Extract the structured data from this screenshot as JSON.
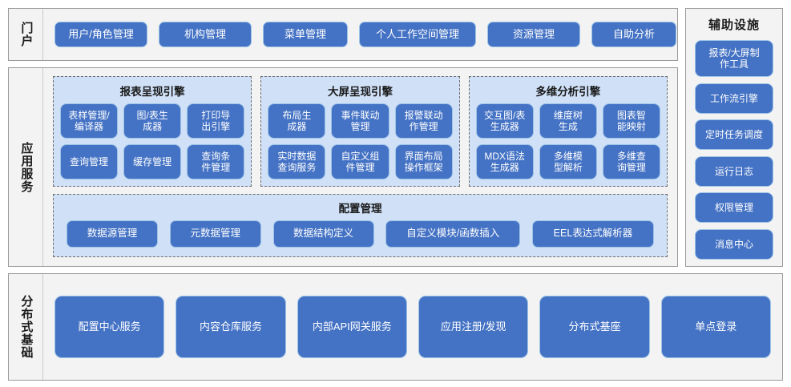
{
  "portal": {
    "label": "门户",
    "items": [
      {
        "label": "用户/角色管理"
      },
      {
        "label": "机构管理"
      },
      {
        "label": "菜单管理"
      },
      {
        "label": "个人工作空间管理"
      },
      {
        "label": "资源管理"
      },
      {
        "label": "自助分析"
      }
    ]
  },
  "application_service": {
    "label": "应用服务",
    "engines": [
      {
        "title": "报表呈现引擎",
        "items": [
          {
            "label": "表样管理/\n编译器"
          },
          {
            "label": "图/表生\n成器"
          },
          {
            "label": "打印导\n出引擎"
          },
          {
            "label": "查询管理"
          },
          {
            "label": "缓存管理"
          },
          {
            "label": "查询条\n件管理"
          }
        ]
      },
      {
        "title": "大屏呈现引擎",
        "items": [
          {
            "label": "布局生\n成器"
          },
          {
            "label": "事件联动\n管理"
          },
          {
            "label": "报警联动\n作管理"
          },
          {
            "label": "实时数据\n查询服务"
          },
          {
            "label": "自定义组\n件管理"
          },
          {
            "label": "界面布局\n操作框架"
          }
        ]
      },
      {
        "title": "多维分析引擎",
        "items": [
          {
            "label": "交互图/表\n生成器"
          },
          {
            "label": "维度树\n生成"
          },
          {
            "label": "图表智\n能映射"
          },
          {
            "label": "MDX语法\n生成器"
          },
          {
            "label": "多维模\n型解析"
          },
          {
            "label": "多维查\n询管理"
          }
        ]
      }
    ],
    "config": {
      "title": "配置管理",
      "items": [
        {
          "label": "数据源管理"
        },
        {
          "label": "元数据管理"
        },
        {
          "label": "数据结构定义"
        },
        {
          "label": "自定义模块/函数插入"
        },
        {
          "label": "EEL表达式解析器"
        }
      ]
    }
  },
  "auxiliary": {
    "title": "辅助设施",
    "items": [
      {
        "label": "报表/大屏制\n作工具"
      },
      {
        "label": "工作流引擎"
      },
      {
        "label": "定时任务调度"
      },
      {
        "label": "运行日志"
      },
      {
        "label": "权限管理"
      },
      {
        "label": "消息中心"
      }
    ]
  },
  "distributed_base": {
    "label": "分布式基础",
    "items": [
      {
        "label": "配置中心服务"
      },
      {
        "label": "内容仓库服务"
      },
      {
        "label": "内部API网关服务"
      },
      {
        "label": "应用注册/发现"
      },
      {
        "label": "分布式基座"
      },
      {
        "label": "单点登录"
      }
    ]
  },
  "colors": {
    "node_fill": "#4472C4",
    "node_border": "#9DC3E6",
    "panel_fill": "#CFE0F7",
    "shell_fill": "#F3F3F3",
    "shell_border": "#9A9A9A",
    "text_dark": "#1A1A1A"
  }
}
